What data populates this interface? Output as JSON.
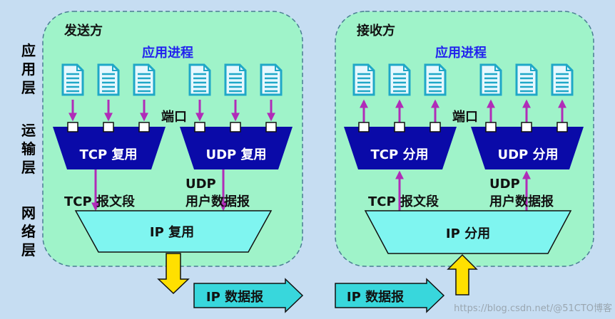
{
  "layers": {
    "application": [
      "应",
      "用",
      "层"
    ],
    "transport": [
      "运",
      "输",
      "层"
    ],
    "network": [
      "网",
      "络",
      "层"
    ]
  },
  "sender": {
    "title": "发送方",
    "app_process": "应用进程",
    "port_label": "端口",
    "tcp_mux": "TCP 复用",
    "udp_mux": "UDP 复用",
    "tcp_segment": "TCP 报文段",
    "udp_line1": "UDP",
    "udp_line2": "用户数据报",
    "ip_mux": "IP 复用"
  },
  "receiver": {
    "title": "接收方",
    "app_process": "应用进程",
    "port_label": "端口",
    "tcp_demux": "TCP 分用",
    "udp_demux": "UDP 分用",
    "tcp_segment": "TCP 报文段",
    "udp_line1": "UDP",
    "udp_line2": "用户数据报",
    "ip_demux": "IP 分用"
  },
  "transfer": {
    "datagram_left": "IP 数据报",
    "datagram_right": "IP 数据报"
  },
  "watermark": "https://blog.csdn.net/@51CTO博客",
  "colors": {
    "background": "#c6ddf2",
    "panel_fill": "#9ff3c9",
    "panel_border": "#4a7d92",
    "doc_icon": "#1fa7c7",
    "arrow": "#b02cb8",
    "transport_block": "#0a0aa8",
    "network_block": "#7ff5f0",
    "app_label": "#2222ee",
    "down_arrow": "#ffe000",
    "datagram_fill": "#38d7dc"
  }
}
